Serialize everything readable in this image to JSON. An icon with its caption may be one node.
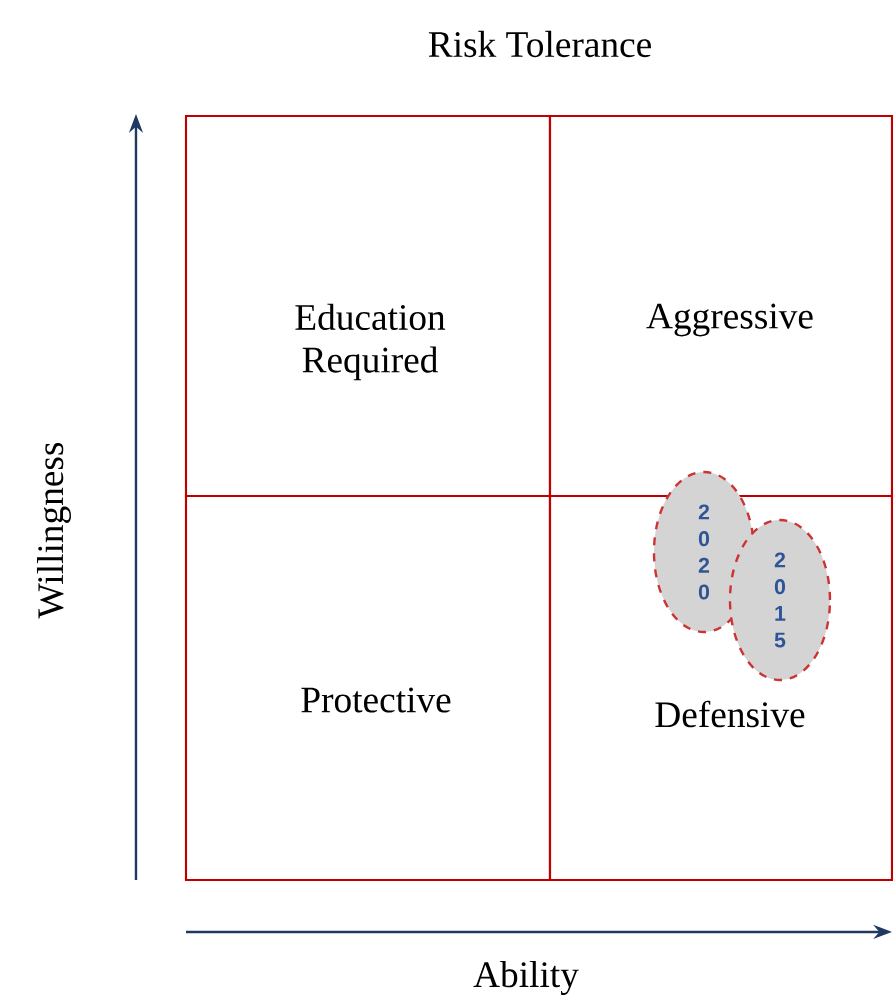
{
  "diagram": {
    "title": "Risk Tolerance",
    "nodes": [
      {
        "text": [
          "Education Required"
        ]
      },
      {
        "text": [
          "Aggressive"
        ]
      },
      {
        "text": [
          "Protective"
        ]
      },
      {
        "text": [
          "Defensive"
        ]
      },
      {
        "text": [
          "2020"
        ]
      },
      {
        "text": [
          "2015"
        ],
        "in": 3
      }
    ],
    "labels": [
      "Willingness",
      "Ability"
    ]
  }
}
